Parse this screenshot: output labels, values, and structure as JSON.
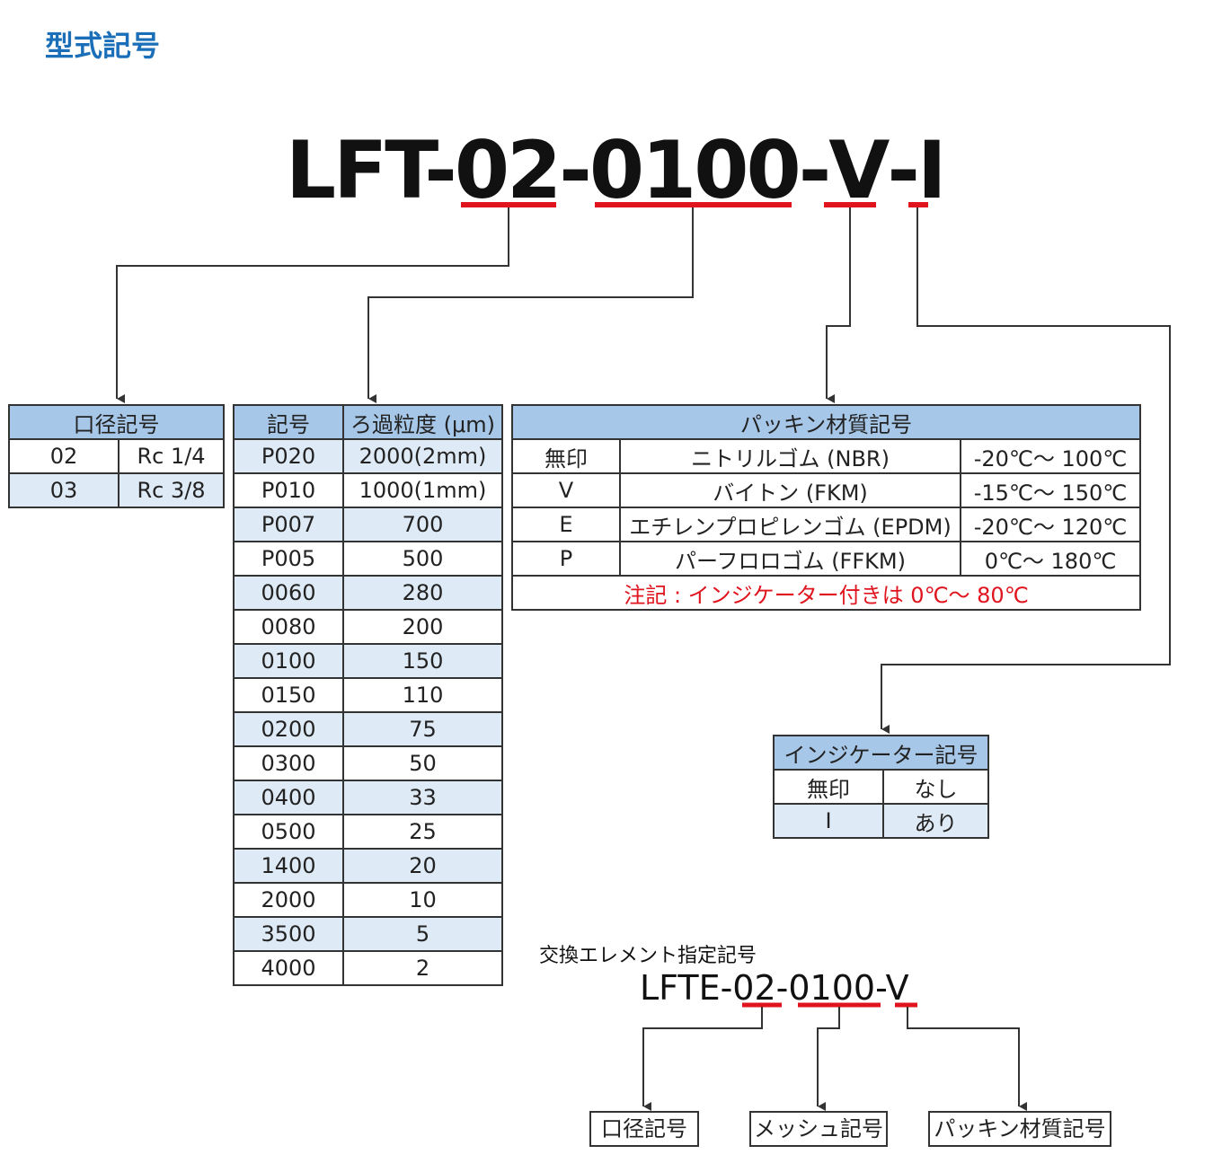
{
  "title": "型式記号",
  "model_code": {
    "segments": [
      "LFT-",
      "02",
      "-",
      "0100",
      "-",
      "V",
      "-",
      "I"
    ]
  },
  "port_table": {
    "header": "口径記号",
    "rows": [
      {
        "code": "02",
        "value": "Rc 1/4"
      },
      {
        "code": "03",
        "value": "Rc 3/8"
      }
    ]
  },
  "mesh_table": {
    "header_code": "記号",
    "header_value": "ろ過粒度 (μm)",
    "rows": [
      {
        "code": "P020",
        "value": "2000(2mm)"
      },
      {
        "code": "P010",
        "value": "1000(1mm)"
      },
      {
        "code": "P007",
        "value": "700"
      },
      {
        "code": "P005",
        "value": "500"
      },
      {
        "code": "0060",
        "value": "280"
      },
      {
        "code": "0080",
        "value": "200"
      },
      {
        "code": "0100",
        "value": "150"
      },
      {
        "code": "0150",
        "value": "110"
      },
      {
        "code": "0200",
        "value": "75"
      },
      {
        "code": "0300",
        "value": "50"
      },
      {
        "code": "0400",
        "value": "33"
      },
      {
        "code": "0500",
        "value": "25"
      },
      {
        "code": "1400",
        "value": "20"
      },
      {
        "code": "2000",
        "value": "10"
      },
      {
        "code": "3500",
        "value": "5"
      },
      {
        "code": "4000",
        "value": "2"
      }
    ]
  },
  "packing_table": {
    "header": "パッキン材質記号",
    "rows": [
      {
        "code": "無印",
        "material": "ニトリルゴム (NBR)",
        "temp": "-20℃～ 100℃"
      },
      {
        "code": "V",
        "material": "バイトン (FKM)",
        "temp": "-15℃～ 150℃"
      },
      {
        "code": "E",
        "material": "エチレンプロピレンゴム (EPDM)",
        "temp": "-20℃～ 120℃"
      },
      {
        "code": "P",
        "material": "パーフロロゴム (FFKM)",
        "temp": "0℃～ 180℃"
      }
    ],
    "note": "注記 : インジケーター付きは 0℃～ 80℃"
  },
  "indicator_table": {
    "header": "インジケーター記号",
    "rows": [
      {
        "code": "無印",
        "value": "なし"
      },
      {
        "code": "I",
        "value": "あり"
      }
    ]
  },
  "element_code": {
    "label": "交換エレメント指定記号",
    "segments": [
      "LFTE-",
      "02",
      "-",
      "0100",
      "-",
      "V"
    ],
    "boxes": [
      "口径記号",
      "メッシュ記号",
      "パッキン材質記号"
    ]
  },
  "colors": {
    "title_blue": "#1a6fb8",
    "header_blue": "#a7c7e8",
    "row_alt": "#deeaf6",
    "underline_red": "#e0141e",
    "note_red": "#e0141e"
  }
}
